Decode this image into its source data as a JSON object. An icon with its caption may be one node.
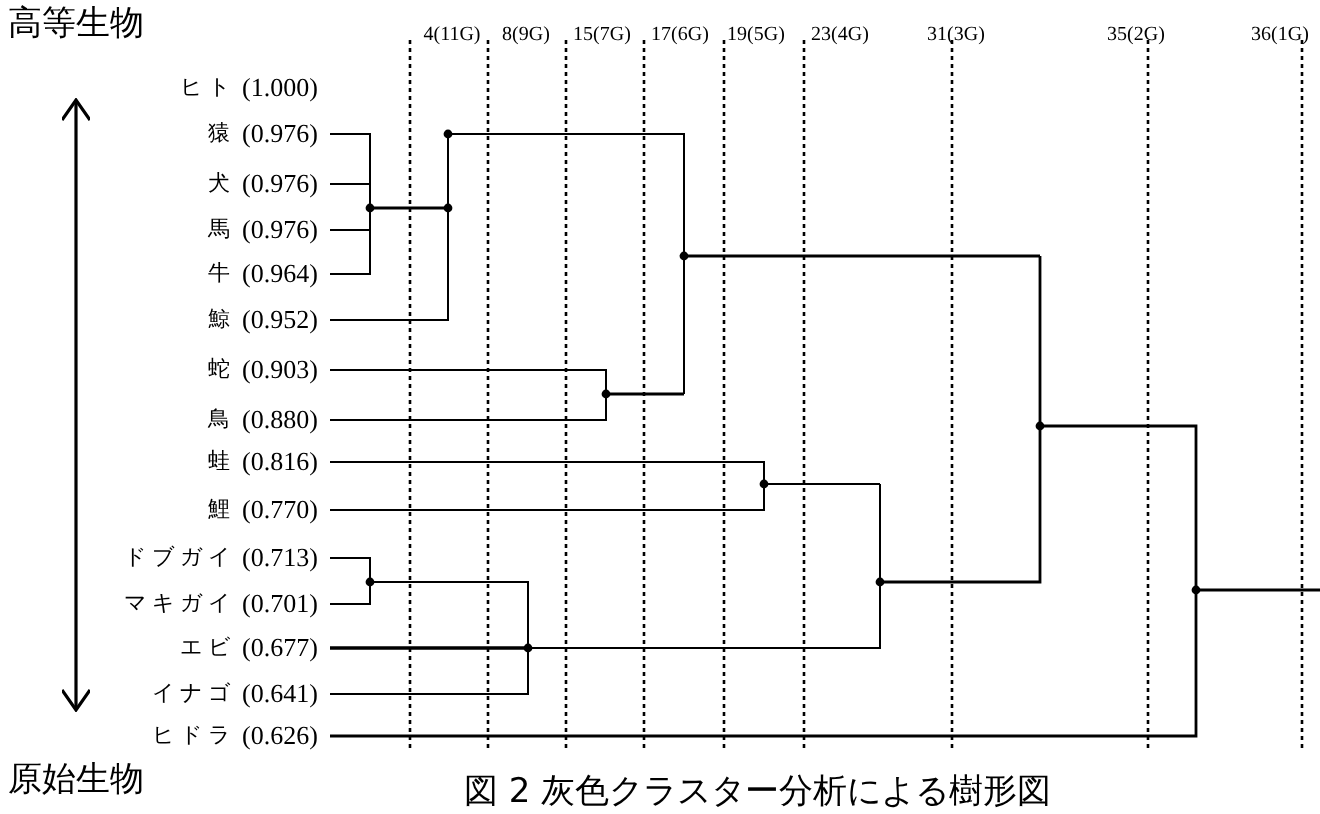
{
  "diagram": {
    "caption": "図 2 灰色クラスター分析による樹形図",
    "labels": [
      "高等生物",
      "4(11G)",
      "8(9G)",
      "15(7G)",
      "17(6G)",
      "19(5G)",
      "23(4G)",
      "31(3G)",
      "35(2G)",
      "36(1G)",
      "ヒト",
      "(1.000)",
      "猿",
      "(0.976)",
      "犬",
      "(0.976)",
      "馬",
      "(0.976)",
      "牛",
      "(0.964)",
      "鯨",
      "(0.952)",
      "蛇",
      "(0.903)",
      "鳥",
      "(0.880)",
      "蛙",
      "(0.816)",
      "鯉",
      "(0.770)",
      "ドブガイ",
      "(0.713)",
      "マキガイ",
      "(0.701)",
      "エビ",
      "(0.677)",
      "イナゴ",
      "(0.641)",
      "ヒドラ",
      "(0.626)",
      "原始生物"
    ]
  }
}
